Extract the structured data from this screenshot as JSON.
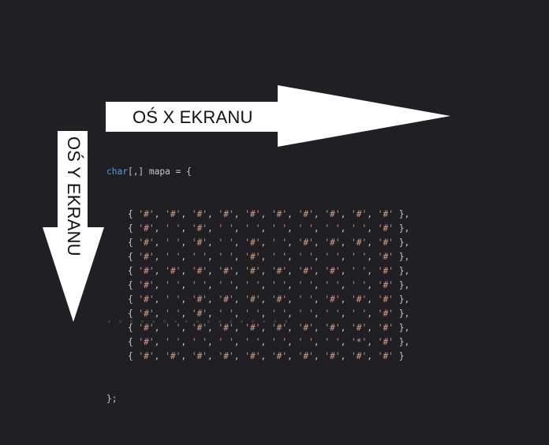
{
  "labels": {
    "x_axis": "OŚ X EKRANU",
    "y_axis": "OŚ Y EKRANU"
  },
  "code": {
    "declaration": {
      "type": "char",
      "brackets": "[,]",
      "name": "mapa",
      "assign": " = {"
    },
    "rows": [
      [
        "#",
        "#",
        "#",
        "#",
        "#",
        "#",
        "#",
        "#",
        "#",
        "#"
      ],
      [
        "#",
        " ",
        "#",
        " ",
        " ",
        " ",
        " ",
        " ",
        " ",
        "#"
      ],
      [
        "#",
        " ",
        "#",
        " ",
        "#",
        " ",
        "#",
        "#",
        "#",
        "#"
      ],
      [
        "#",
        " ",
        " ",
        " ",
        "#",
        " ",
        " ",
        " ",
        " ",
        "#"
      ],
      [
        "#",
        "#",
        "#",
        "#",
        "#",
        "#",
        "#",
        "#",
        " ",
        "#"
      ],
      [
        "#",
        " ",
        " ",
        " ",
        " ",
        " ",
        " ",
        " ",
        " ",
        "#"
      ],
      [
        "#",
        " ",
        "#",
        "#",
        "#",
        "#",
        " ",
        "#",
        "#",
        "#"
      ],
      [
        "#",
        " ",
        "#",
        " ",
        " ",
        " ",
        " ",
        " ",
        " ",
        "#"
      ],
      [
        "#",
        " ",
        "#",
        "#",
        "#",
        "#",
        "#",
        "#",
        "#",
        "#"
      ],
      [
        "#",
        " ",
        " ",
        " ",
        " ",
        " ",
        " ",
        " ",
        "*",
        "#"
      ],
      [
        "#",
        "#",
        "#",
        "#",
        "#",
        "#",
        "#",
        "#",
        "#",
        "#"
      ]
    ],
    "closing": "};"
  },
  "colors": {
    "background": "#1f1f24",
    "keyword": "#569cd6",
    "char_literal": "#d69d85",
    "arrow": "#ffffff"
  }
}
